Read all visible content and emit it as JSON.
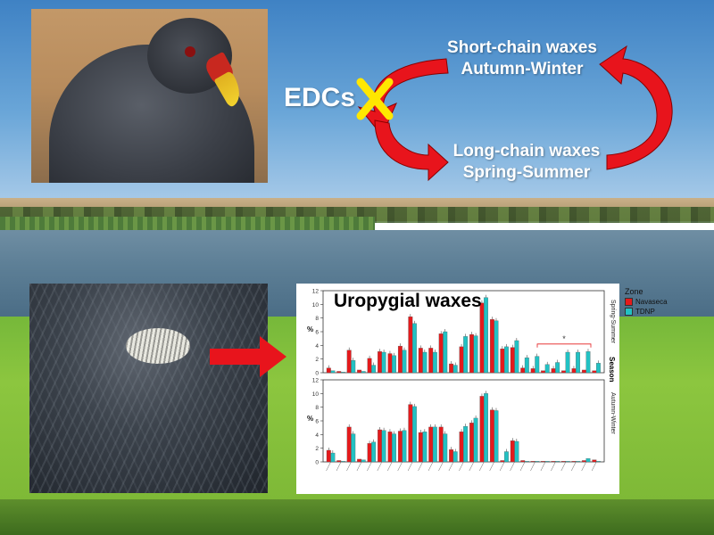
{
  "diagram": {
    "short_chain_line1": "Short-chain waxes",
    "short_chain_line2": "Autumn-Winter",
    "long_chain_line1": "Long-chain waxes",
    "long_chain_line2": "Spring-Summer",
    "edc_label": "EDCs",
    "colors": {
      "arrow": "#e8141c",
      "cross": "#ffe700",
      "text": "#ffffff"
    }
  },
  "chart_data": {
    "type": "bar",
    "title": "Uropygial waxes",
    "ylabel": "%",
    "legend_title": "Zone",
    "legend_placement": "right",
    "facet_title": "Season",
    "ylim": [
      0,
      12
    ],
    "yticks": [
      0,
      2,
      4,
      6,
      8,
      10,
      12
    ],
    "series_names": [
      "Navaseca",
      "TDNP"
    ],
    "colors": {
      "Navaseca": "#e41a1c",
      "TDNP": "#22c1c3"
    },
    "significance_mark": "*",
    "panels": [
      {
        "season": "Spring-Summer",
        "Navaseca": [
          0.7,
          0.2,
          3.3,
          0.4,
          2.1,
          3.1,
          2.8,
          3.9,
          8.2,
          3.6,
          3.6,
          5.7,
          1.3,
          3.8,
          5.6,
          10.2,
          7.8,
          3.5,
          3.7,
          0.7,
          0.6,
          0.3,
          0.6,
          0.3,
          0.6,
          0.4,
          0.3
        ],
        "TDNP": [
          0.3,
          0.1,
          1.8,
          0.2,
          1.1,
          3.0,
          2.5,
          3.3,
          7.2,
          3.0,
          3.0,
          6.0,
          1.1,
          5.3,
          5.4,
          11.0,
          7.6,
          3.8,
          4.7,
          2.2,
          2.4,
          1.2,
          1.5,
          3.0,
          3.0,
          3.1,
          1.4
        ]
      },
      {
        "season": "Autumn-Winter",
        "Navaseca": [
          1.7,
          0.2,
          5.1,
          0.4,
          2.7,
          4.7,
          4.4,
          4.5,
          8.4,
          4.3,
          5.1,
          5.1,
          1.8,
          4.4,
          5.7,
          9.6,
          7.6,
          0.2,
          3.1,
          0.2,
          0.1,
          0.1,
          0.1,
          0.1,
          0.1,
          0.2,
          0.3
        ],
        "TDNP": [
          1.3,
          0.1,
          4.1,
          0.3,
          2.9,
          4.6,
          4.1,
          4.6,
          8.1,
          4.4,
          5.1,
          4.1,
          1.5,
          5.2,
          6.4,
          10.0,
          7.5,
          1.5,
          3.0,
          0.1,
          0.1,
          0.1,
          0.1,
          0.1,
          0.1,
          0.5,
          0.1
        ]
      }
    ]
  }
}
